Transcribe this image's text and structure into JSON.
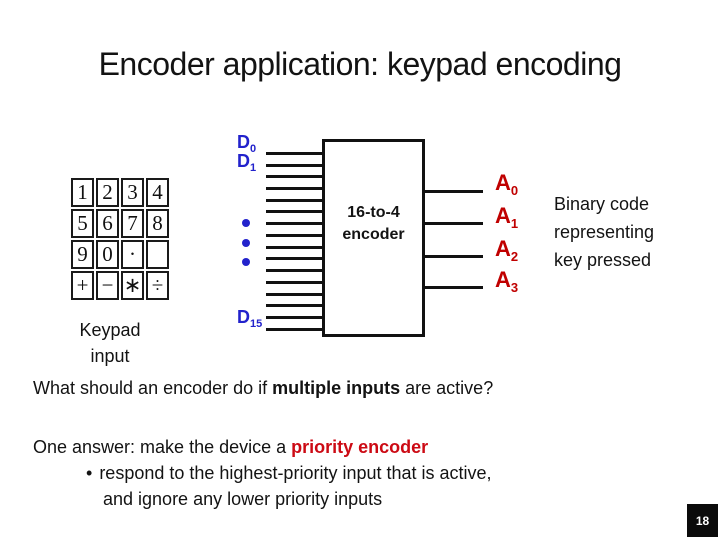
{
  "slide": {
    "title": "Encoder application: keypad encoding",
    "page_number": "18"
  },
  "keypad": {
    "caption_line1": "Keypad",
    "caption_line2": "input",
    "keys": [
      [
        "1",
        "2",
        "3",
        "4"
      ],
      [
        "5",
        "6",
        "7",
        "8"
      ],
      [
        "9",
        "0",
        "·",
        ""
      ],
      [
        "+",
        "−",
        "∗",
        "÷"
      ]
    ]
  },
  "encoder": {
    "label_line1": "16-to-4",
    "label_line2": "encoder",
    "input_count": 16,
    "inputs": [
      {
        "base": "D",
        "sub": "0"
      },
      {
        "base": "D",
        "sub": "1"
      },
      {
        "base": "D",
        "sub": "15"
      }
    ],
    "outputs": [
      {
        "base": "A",
        "sub": "0"
      },
      {
        "base": "A",
        "sub": "1"
      },
      {
        "base": "A",
        "sub": "2"
      },
      {
        "base": "A",
        "sub": "3"
      }
    ],
    "caption_line1": "Binary code",
    "caption_line2": "representing",
    "caption_line3": "key pressed"
  },
  "body": {
    "question_prefix": "What should an encoder do if ",
    "question_bold": "multiple inputs",
    "question_suffix": " are active?",
    "answer_prefix": "One answer: make the device a ",
    "answer_highlight": "priority encoder",
    "bullet_glyph": "•",
    "bullet_line1": "respond to the highest-priority input that is active,",
    "bullet_line2": "and ignore any lower priority inputs"
  },
  "colors": {
    "input_label": "#2222cc",
    "output_label": "#c00000",
    "highlight_text": "#cc0a14",
    "diagram_line": "#111111",
    "page_badge_bg": "#0b0b0b",
    "page_badge_text": "#ffffff"
  }
}
